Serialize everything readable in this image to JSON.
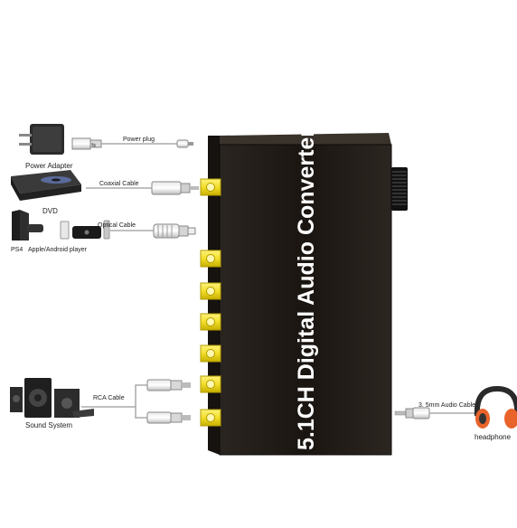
{
  "device": {
    "title": "5.1CH Digital Audio Converter"
  },
  "sources": {
    "power_adapter": "Power Adapter",
    "dvd": "DVD",
    "ps4": "PS4",
    "apple_player": "Apple/Android player"
  },
  "cables": {
    "power": "Power plug",
    "coaxial": "Coaxial Cable",
    "optical": "Optical Cable",
    "rca": "RCA Cable",
    "audio35": "3. 5mm Audio Cable"
  },
  "outputs": {
    "sound_system": "Sound System",
    "headphone": "headphone"
  },
  "colors": {
    "device": "#1c1712",
    "jack": "#f2de2a",
    "jack_ring": "#e2c900"
  }
}
